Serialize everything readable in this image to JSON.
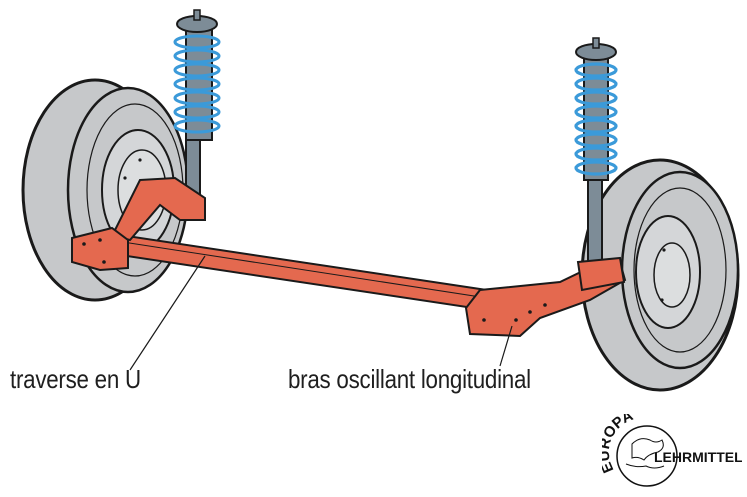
{
  "diagram": {
    "title": "Essieu arrière à traverse en U",
    "labels": {
      "u_beam": "traverse en U",
      "trailing_arm": "bras oscillant longitudinal"
    },
    "colors": {
      "beam": "#e4694f",
      "tire": "#c6c8ca",
      "shock": "#7d8c97",
      "spring": "#3b9ad9",
      "outline": "#1a1a1a"
    }
  },
  "logo": {
    "top_text": "EUROPA",
    "bottom_text": "LEHRMITTEL"
  }
}
